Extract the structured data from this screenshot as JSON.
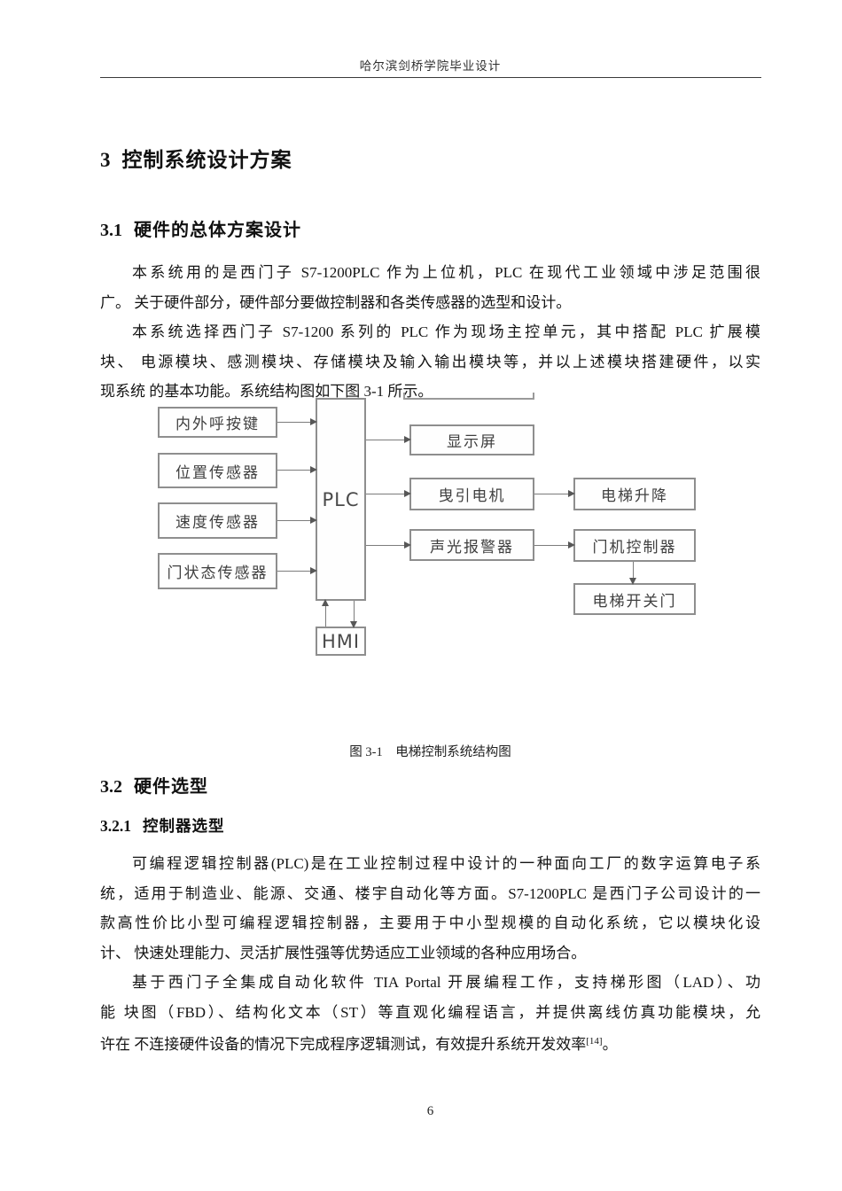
{
  "page": {
    "header": "哈尔滨剑桥学院毕业设计",
    "page_number": "6"
  },
  "headings": {
    "h1": {
      "num": "3",
      "text": "控制系统设计方案"
    },
    "h21": {
      "num": "3.1",
      "text": "硬件的总体方案设计"
    },
    "h22": {
      "num": "3.2",
      "text": "硬件选型"
    },
    "h321": {
      "num": "3.2.1",
      "text": "控制器选型"
    }
  },
  "body": {
    "p1": [
      "本系统用的是西门子 S7-1200PLC 作为上位机，PLC 在现代工业领域中涉足范围很",
      "广。 关于硬件部分，硬件部分要做控制器和各类传感器的选型和设计。"
    ],
    "p2": [
      "本系统选择西门子 S7-1200 系列的 PLC 作为现场主控单元，其中搭配 PLC 扩展模",
      "块、 电源模块、感测模块、存储模块及输入输出模块等，并以上述模块搭建硬件，以实",
      "现系统 的基本功能。系统结构图如下图 3-1 所示。"
    ],
    "p3": [
      "可编程逻辑控制器(PLC)是在工业控制过程中设计的一种面向工厂的数字运算电子系",
      "统，适用于制造业、能源、交通、楼宇自动化等方面。S7-1200PLC 是西门子公司设计的一",
      "款高性价比小型可编程逻辑控制器，主要用于中小型规模的自动化系统，它以模块化设",
      "计、 快速处理能力、灵活扩展性强等优势适应工业领域的各种应用场合。"
    ],
    "p4": [
      "基于西门子全集成自动化软件 TIA Portal 开展编程工作，支持梯形图（LAD）、功",
      "能 块图（FBD）、结构化文本（ST）等直观化编程语言，并提供离线仿真功能模块，允"
    ],
    "p4_last": {
      "main": "许在 不连接硬件设备的情况下完成程序逻辑测试，有效提升系统开发效率",
      "sup": "[14]",
      "end": "。"
    }
  },
  "figure": {
    "caption": "图 3-1    电梯控制系统结构图",
    "diagram": {
      "plc_label": "PLC",
      "hmi_label": "HMI",
      "inputs": [
        "内外呼按键",
        "位置传感器",
        "速度传感器",
        "门状态传感器"
      ],
      "outputs": [
        "显示屏",
        "曳引电机",
        "声光报警器"
      ],
      "results": [
        "电梯升降",
        "门机控制器",
        "电梯开关门"
      ],
      "colors": {
        "box_border": "#8e8e8e",
        "box_text": "#3f3f3f",
        "line": "#7c7c7c"
      }
    }
  }
}
